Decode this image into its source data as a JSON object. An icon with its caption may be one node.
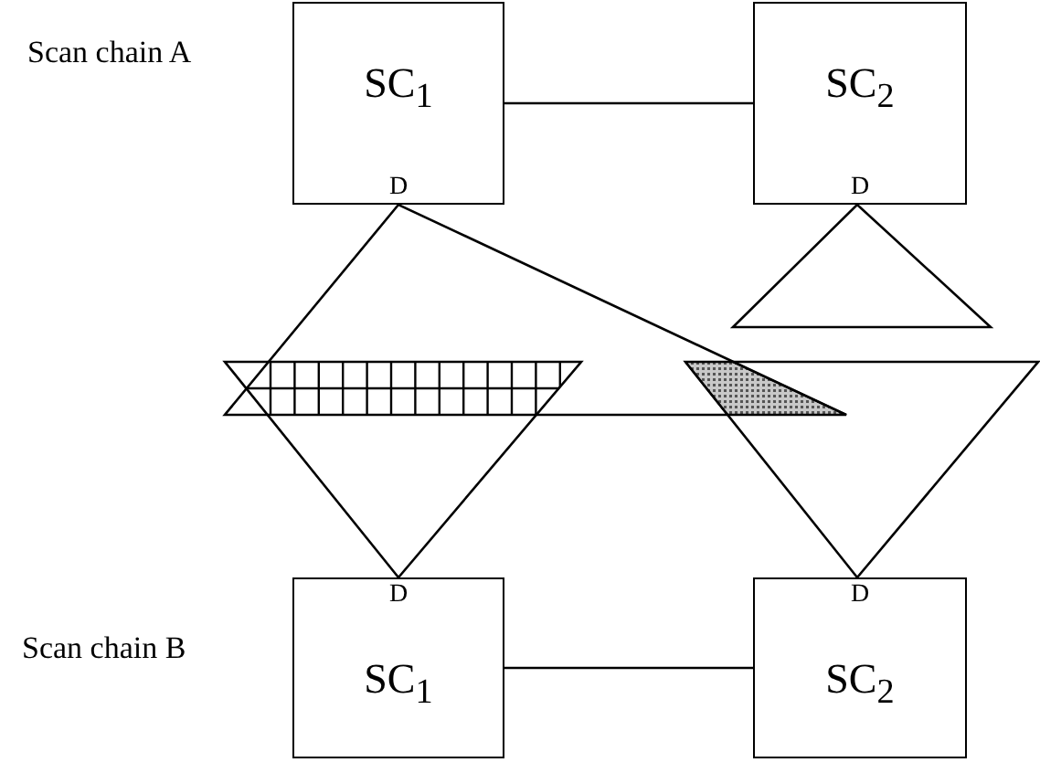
{
  "diagram": {
    "nodes": [
      {
        "text": [
          "SC$_{1}$",
          "D"
        ]
      },
      {
        "text": [
          "SC$_{2}$",
          "D"
        ]
      },
      {
        "text": [
          "D",
          "SC$_{1}$"
        ]
      },
      {
        "text": [
          "D",
          "SC$_{2}$"
        ]
      }
    ],
    "edges": [
      {
        "from": 0,
        "to": 1,
        "arrow": "none"
      },
      {
        "from": 2,
        "to": 3,
        "arrow": "none"
      }
    ],
    "labels": [
      "Scan chain A",
      "Scan chain B"
    ]
  }
}
